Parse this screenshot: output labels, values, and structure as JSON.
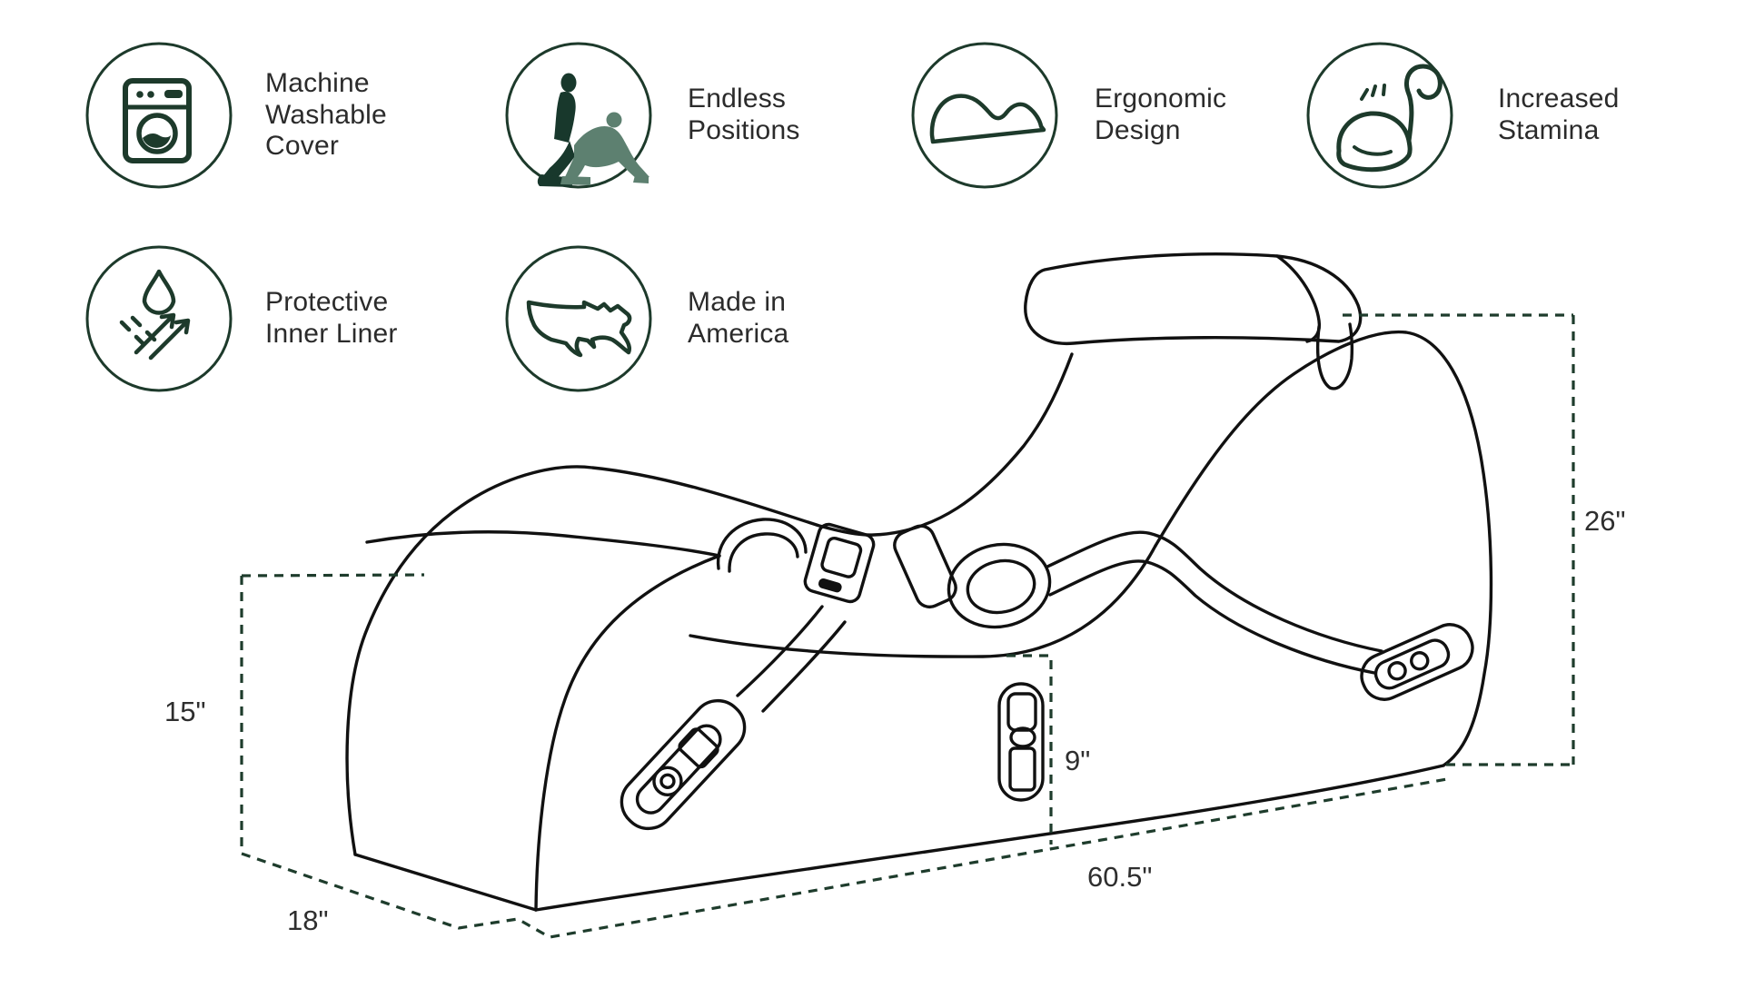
{
  "features": [
    {
      "label": "Machine Washable Cover",
      "icon": "washing-machine"
    },
    {
      "label": "Endless Positions",
      "icon": "couple-silhouette"
    },
    {
      "label": "Ergonomic Design",
      "icon": "chaise-profile"
    },
    {
      "label": "Increased Stamina",
      "icon": "flexed-bicep"
    },
    {
      "label": "Protective Inner Liner",
      "icon": "water-repellent"
    },
    {
      "label": "Made in America",
      "icon": "usa-map"
    }
  ],
  "dimensions": {
    "front_height": "15\"",
    "depth": "18\"",
    "length": "60.5\"",
    "seat_depth": "9\"",
    "back_height": "26\""
  },
  "colors": {
    "accent_green": "#1d3a2b",
    "sage_green": "#5d8070",
    "line_art_ink": "#111111",
    "label_text": "#2b2b2b"
  }
}
